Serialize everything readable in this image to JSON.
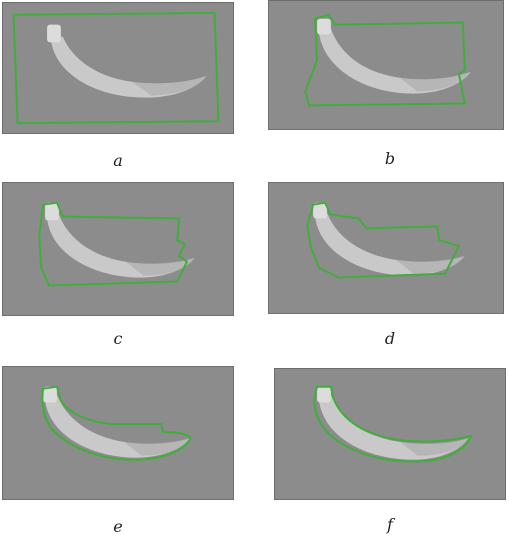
{
  "panels": [
    {
      "id": "a",
      "caption": "a"
    },
    {
      "id": "b",
      "caption": "b"
    },
    {
      "id": "c",
      "caption": "c"
    },
    {
      "id": "d",
      "caption": "d"
    },
    {
      "id": "e",
      "caption": "e"
    },
    {
      "id": "f",
      "caption": "f"
    }
  ],
  "colors": {
    "background": "#8c8c8c",
    "contour": "#3fae3a",
    "banana": "#c9c9c9",
    "banana_shadow": "#a9a9a9",
    "stem": "#dcdcdc"
  },
  "icons": [
    "banana-object",
    "active-contour"
  ]
}
